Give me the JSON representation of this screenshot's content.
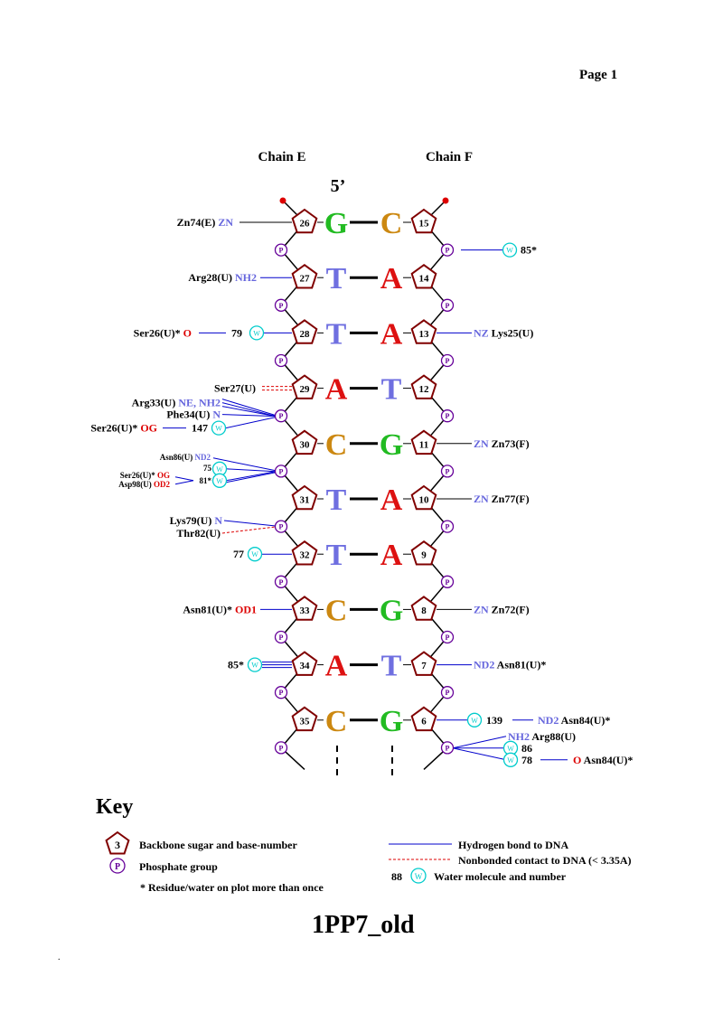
{
  "page_label": "Page 1",
  "title": "1PP7_old",
  "footnote_mark": ".",
  "chains": {
    "left": "Chain E",
    "right": "Chain F"
  },
  "five_prime": "5’",
  "colors": {
    "G": "#22bb22",
    "C": "#cc8811",
    "T": "#6f6fe0",
    "A": "#dd1111",
    "backbone": "#800000",
    "phosphate": "#660099",
    "water": "#00cccc",
    "hbond": "#0000cc",
    "nonbond": "#dd0000",
    "blue_atom": "#6666dd",
    "red_atom": "#dd0000"
  },
  "pairs": [
    {
      "left_base": "G",
      "left_num": "26",
      "right_base": "C",
      "right_num": "15"
    },
    {
      "left_base": "T",
      "left_num": "27",
      "right_base": "A",
      "right_num": "14"
    },
    {
      "left_base": "T",
      "left_num": "28",
      "right_base": "A",
      "right_num": "13"
    },
    {
      "left_base": "A",
      "left_num": "29",
      "right_base": "T",
      "right_num": "12"
    },
    {
      "left_base": "C",
      "left_num": "30",
      "right_base": "G",
      "right_num": "11"
    },
    {
      "left_base": "T",
      "left_num": "31",
      "right_base": "A",
      "right_num": "10"
    },
    {
      "left_base": "T",
      "left_num": "32",
      "right_base": "A",
      "right_num": "9"
    },
    {
      "left_base": "C",
      "left_num": "33",
      "right_base": "G",
      "right_num": "8"
    },
    {
      "left_base": "A",
      "left_num": "34",
      "right_base": "T",
      "right_num": "7"
    },
    {
      "left_base": "C",
      "left_num": "35",
      "right_base": "G",
      "right_num": "6"
    }
  ],
  "phosphate_label": "P",
  "water_label": "W",
  "labels": {
    "zn74": [
      "Zn74(E) ",
      "ZN"
    ],
    "arg28": [
      "Arg28(U) ",
      "NH2"
    ],
    "ser26a": [
      "Ser26(U)* ",
      "O"
    ],
    "w79": "79",
    "w85a": "85*",
    "lys25": [
      "NZ",
      " Lys25(U)"
    ],
    "ser27": "Ser27(U)",
    "arg33": [
      "Arg33(U) ",
      "NE, NH2"
    ],
    "phe34": [
      "Phe34(U) ",
      "N"
    ],
    "ser26b": [
      "Ser26(U)* ",
      "OG"
    ],
    "w147": "147",
    "zn73": [
      "ZN",
      "  Zn73(F)"
    ],
    "asn86": [
      "Asn86(U) ",
      "ND2"
    ],
    "w75": "75",
    "ser26c": [
      "Ser26(U)* ",
      "OG"
    ],
    "asp98": [
      "Asp98(U) ",
      "OD2"
    ],
    "w81": "81*",
    "zn77": [
      "ZN",
      "  Zn77(F)"
    ],
    "lys79": [
      "Lys79(U) ",
      "N"
    ],
    "thr82": "Thr82(U)",
    "w77": "77",
    "asn81a": [
      "Asn81(U)* ",
      "OD1"
    ],
    "zn72": [
      "ZN",
      "  Zn72(F)"
    ],
    "w85b": "85*",
    "asn81b": [
      "ND2",
      " Asn81(U)*"
    ],
    "w139": "139",
    "asn84a": [
      "ND2",
      " Asn84(U)*"
    ],
    "arg88": [
      "NH2",
      " Arg88(U)"
    ],
    "w86": "86",
    "w78": "78",
    "asn84b": [
      "O",
      " Asn84(U)*"
    ]
  },
  "key": {
    "title": "Key",
    "backbone_num": "3",
    "backbone": "Backbone sugar and base-number",
    "phosphate": "Phosphate group",
    "multi": "* Residue/water on plot more than once",
    "hbond": "Hydrogen bond to DNA",
    "nonbond": "Nonbonded contact to DNA (< 3.35A)",
    "water_num": "88",
    "water": "Water molecule and number"
  }
}
